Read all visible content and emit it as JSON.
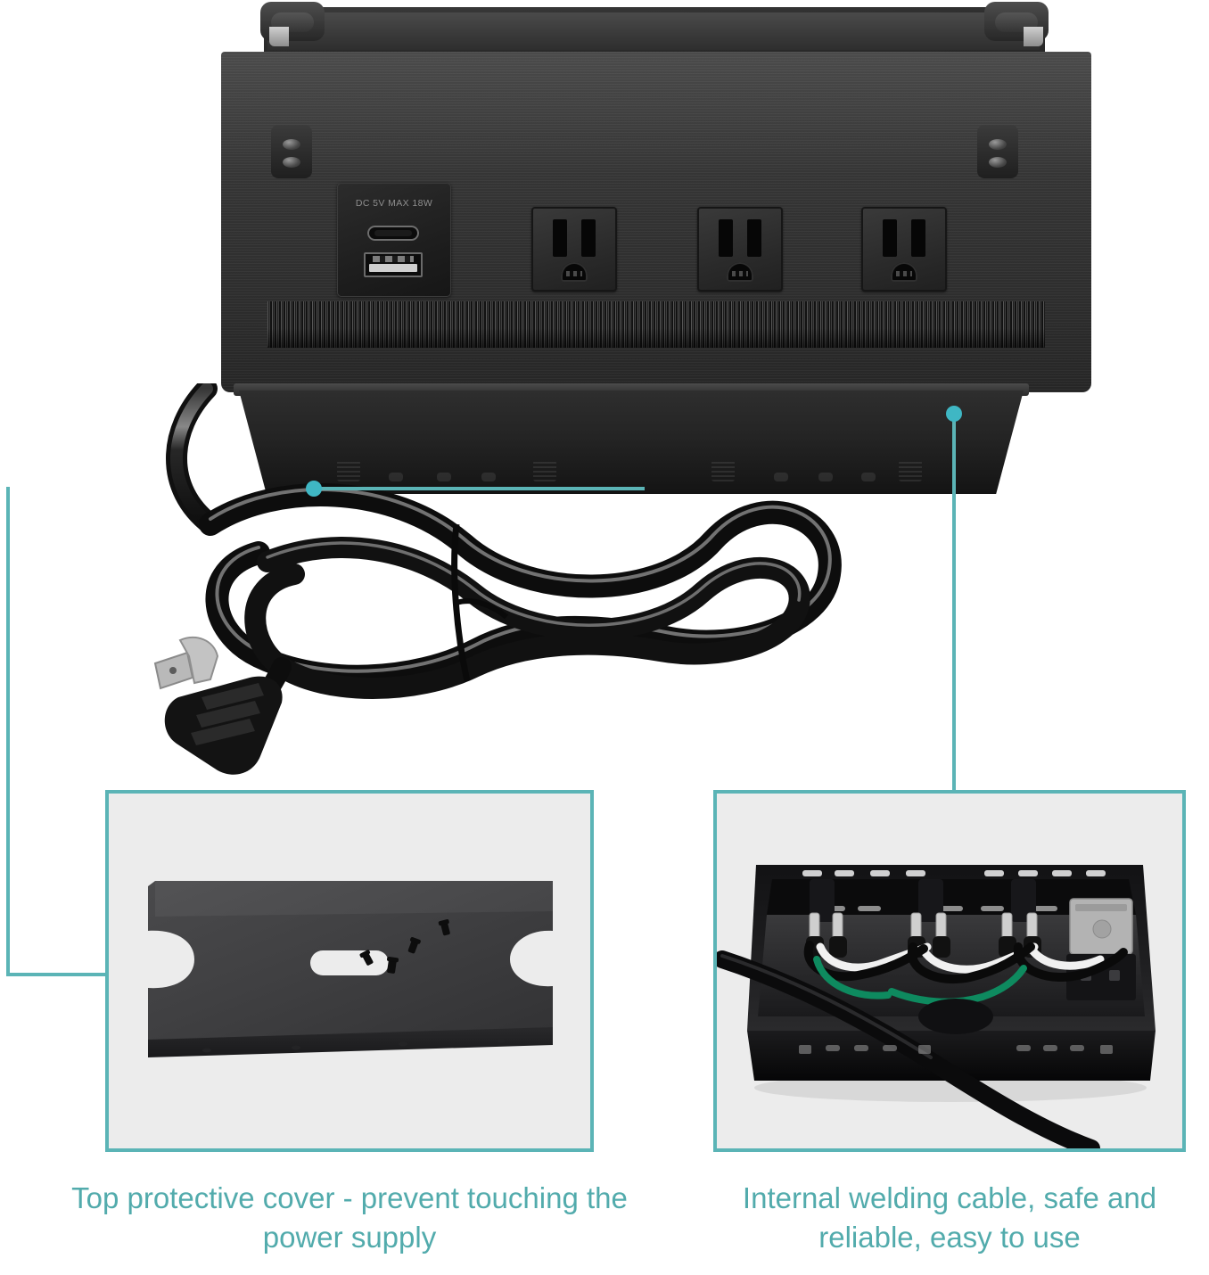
{
  "product": {
    "type": "recessed-power-strip",
    "usb_module": {
      "label": "DC 5V MAX 18W",
      "ports": [
        "usb-c-port",
        "usb-a-port"
      ]
    },
    "outlets": {
      "count": 3,
      "names": [
        "ac-outlet-1",
        "ac-outlet-2",
        "ac-outlet-3"
      ]
    },
    "cord": {
      "name": "power-cord",
      "plug": "3-prong-flat-plug"
    },
    "brush_strip": "cable-brush-grommet"
  },
  "colors": {
    "accent_teal": "#5BB4B6",
    "caption_teal": "#52ABAC",
    "dot_teal": "#3FB7C4",
    "panel_bg": "#ECECEC",
    "page_bg": "#FFFFFF",
    "product_black": "#222222",
    "ground_wire_green": "#0E8A5F"
  },
  "panels": [
    {
      "id": "top-cover-panel",
      "caption": "Top protective cover - prevent touching the power supply",
      "contents": {
        "plate": "protective-cover-plate",
        "slot": "center-oval-slot",
        "notches": 2,
        "screws": 4
      }
    },
    {
      "id": "internal-wiring-panel",
      "caption": "Internal welding cable, safe and reliable, easy to use",
      "contents": {
        "wires": [
          "black-live-wire",
          "white-neutral-wire",
          "green-ground-wire"
        ],
        "terminals": 3,
        "usb_module": "internal-usb-module"
      }
    }
  ],
  "callouts": [
    {
      "id": "cord-callout",
      "target": "power-box-underside",
      "links_to": "top-cover-panel"
    },
    {
      "id": "chassis-callout",
      "target": "power-box-right-underside",
      "links_to": "internal-wiring-panel"
    }
  ]
}
